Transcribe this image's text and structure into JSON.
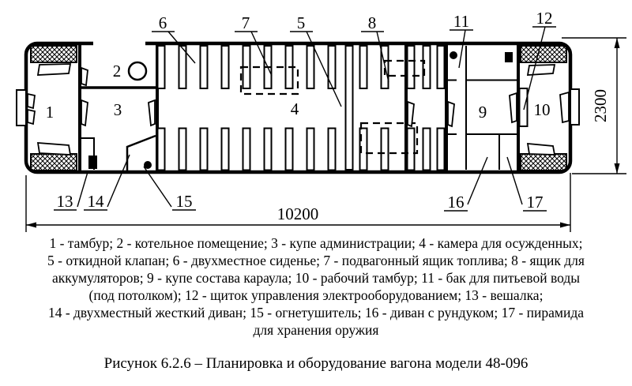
{
  "figure": {
    "type": "technical-drawing",
    "caption": "Рисунок 6.2.6 – Планировка и оборудование вагона модели 48-096",
    "dims": {
      "length": "10200",
      "width": "2300"
    },
    "nums": {
      "n1": "1",
      "n2": "2",
      "n3": "3",
      "n4": "4",
      "n5": "5",
      "n6": "6",
      "n7": "7",
      "n8": "8",
      "n9": "9",
      "n10": "10",
      "n11": "11",
      "n12": "12",
      "n13": "13",
      "n14": "14",
      "n15": "15",
      "n16": "16",
      "n17": "17"
    },
    "legend_lines": [
      "1 - тамбур; 2 - котельное помещение; 3 - купе администрации; 4 - камера для осужденных;",
      "5 - откидной клапан; 6 - двухместное сиденье; 7 - подвагонный ящик топлива; 8 - ящик для",
      "аккумуляторов; 9 - купе состава караула; 10 - рабочий тамбур; 11 - бак для питьевой воды",
      "(под потолком); 12 - щиток управления электрооборудованием; 13 - вешалка;",
      "14 - двухместный жесткий диван; 15 - огнетушитель; 16 - диван с рундуком; 17 - пирамида",
      "для хранения оружия"
    ],
    "legend_items": [
      {
        "num": "1",
        "label": "тамбур"
      },
      {
        "num": "2",
        "label": "котельное помещение"
      },
      {
        "num": "3",
        "label": "купе администрации"
      },
      {
        "num": "4",
        "label": "камера для осужденных"
      },
      {
        "num": "5",
        "label": "откидной клапан"
      },
      {
        "num": "6",
        "label": "двухместное сиденье"
      },
      {
        "num": "7",
        "label": "подвагонный ящик топлива"
      },
      {
        "num": "8",
        "label": "ящик для аккумуляторов"
      },
      {
        "num": "9",
        "label": "купе состава караула"
      },
      {
        "num": "10",
        "label": "рабочий тамбур"
      },
      {
        "num": "11",
        "label": "бак для питьевой воды (под потолком)"
      },
      {
        "num": "12",
        "label": "щиток управления электрооборудованием"
      },
      {
        "num": "13",
        "label": "вешалка"
      },
      {
        "num": "14",
        "label": "двухместный жесткий диван"
      },
      {
        "num": "15",
        "label": "огнетушитель"
      },
      {
        "num": "16",
        "label": "диван с рундуком"
      },
      {
        "num": "17",
        "label": "пирамида для хранения оружия"
      }
    ]
  }
}
